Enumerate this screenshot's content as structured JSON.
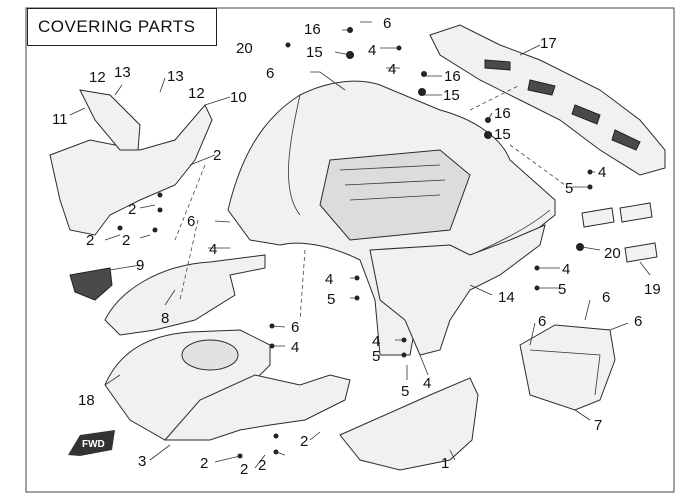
{
  "title": "COVERING PARTS",
  "forward_mark": "FWD",
  "callouts": [
    "1",
    "2",
    "3",
    "4",
    "5",
    "6",
    "7",
    "8",
    "9",
    "10",
    "11",
    "12",
    "13",
    "14",
    "15",
    "16",
    "17",
    "18",
    "19",
    "20"
  ]
}
